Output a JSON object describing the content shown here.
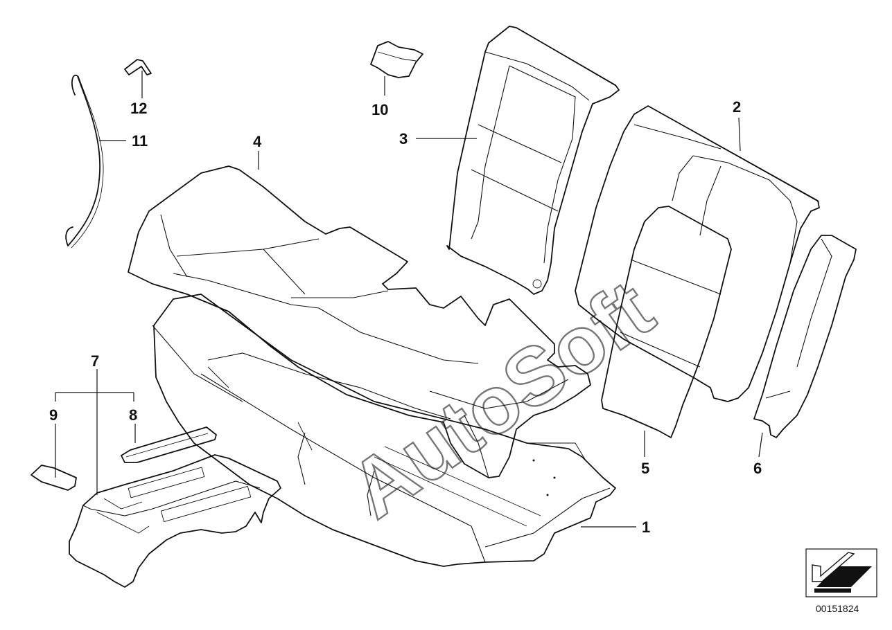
{
  "diagram": {
    "watermark": "AutoSoft",
    "document_number": "00151824",
    "callouts": [
      {
        "id": "1",
        "label": "1"
      },
      {
        "id": "2",
        "label": "2"
      },
      {
        "id": "3",
        "label": "3"
      },
      {
        "id": "4",
        "label": "4"
      },
      {
        "id": "5",
        "label": "5"
      },
      {
        "id": "6",
        "label": "6"
      },
      {
        "id": "7",
        "label": "7"
      },
      {
        "id": "8",
        "label": "8"
      },
      {
        "id": "9",
        "label": "9"
      },
      {
        "id": "10",
        "label": "10"
      },
      {
        "id": "11",
        "label": "11"
      },
      {
        "id": "12",
        "label": "12"
      }
    ],
    "icons": [
      "orientation-arrow-icon"
    ]
  }
}
